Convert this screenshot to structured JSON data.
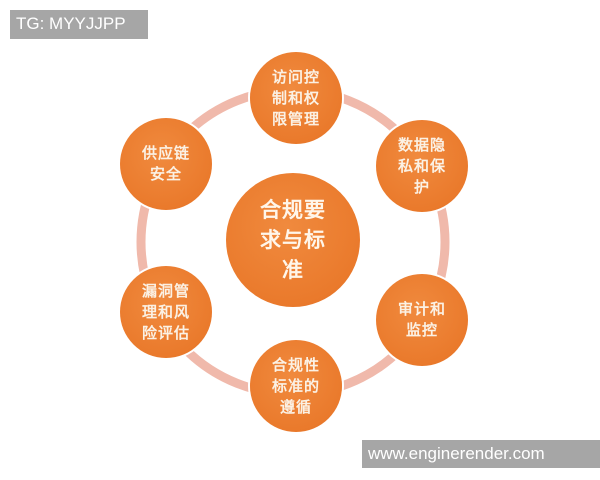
{
  "watermarks": {
    "top": "TG: MYYJJPP",
    "bottom": "www.enginerender.com"
  },
  "colors": {
    "node_fill": "#ea7a2c",
    "ring_stroke": "#f0b9ab",
    "label_text": "#fbf1e4",
    "watermark_bg": "#a6a6a6"
  },
  "diagram": {
    "type": "hub-and-ring",
    "center": {
      "label": "合规要\n求与标\n准"
    },
    "nodes": [
      {
        "id": "access-control",
        "label": "访问控\n制和权\n限管理"
      },
      {
        "id": "data-privacy",
        "label": "数据隐\n私和保\n护"
      },
      {
        "id": "audit-monitoring",
        "label": "审计和\n监控"
      },
      {
        "id": "compliance-standards",
        "label": "合规性\n标准的\n遵循"
      },
      {
        "id": "vulnerability-risk",
        "label": "漏洞管\n理和风\n险评估"
      },
      {
        "id": "supply-chain",
        "label": "供应链\n安全"
      }
    ]
  }
}
